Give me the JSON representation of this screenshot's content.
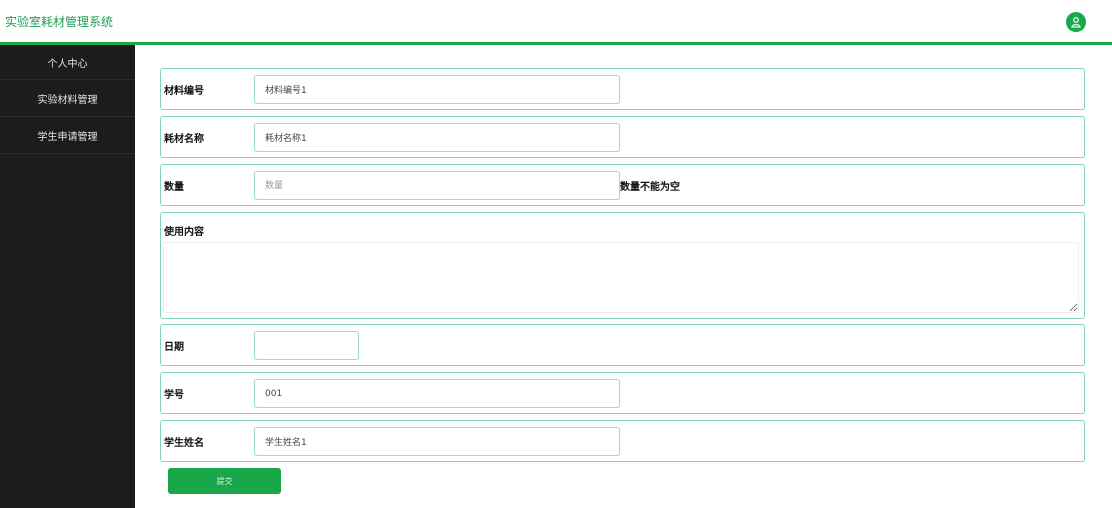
{
  "header": {
    "title": "实验室耗材管理系统",
    "user_icon": "user-avatar-icon",
    "accent_color": "#1aa64b"
  },
  "sidebar": {
    "items": [
      {
        "label": "个人中心"
      },
      {
        "label": "实验材料管理"
      },
      {
        "label": "学生申请管理"
      }
    ]
  },
  "form": {
    "fields": [
      {
        "label": "材料编号",
        "value": "材料编号1",
        "placeholder": "材料编号"
      },
      {
        "label": "耗材名称",
        "value": "耗材名称1",
        "placeholder": "耗材名称"
      },
      {
        "label": "数量",
        "value": "",
        "placeholder": "数量",
        "error": "数量不能为空"
      },
      {
        "label": "使用内容",
        "value": ""
      },
      {
        "label": "日期",
        "value": ""
      },
      {
        "label": "学号",
        "value": "001",
        "placeholder": "学号"
      },
      {
        "label": "学生姓名",
        "value": "学生姓名1",
        "placeholder": "学生姓名"
      }
    ],
    "submit_label": "提交"
  }
}
